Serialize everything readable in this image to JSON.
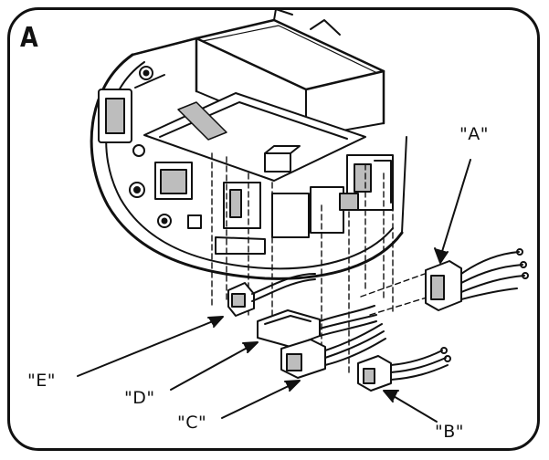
{
  "panel": {
    "letter": "A"
  },
  "callouts": {
    "a": "\"A\"",
    "b": "\"B\"",
    "c": "\"C\"",
    "d": "\"D\"",
    "e": "\"E\""
  },
  "colors": {
    "ink": "#111111",
    "paper": "#ffffff",
    "shade": "#bdbdbd"
  }
}
